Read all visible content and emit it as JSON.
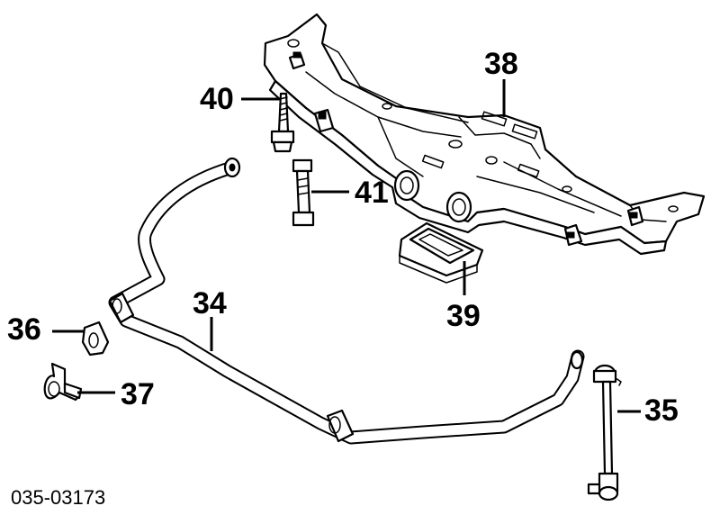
{
  "diagram_code": "035-03173",
  "callouts": [
    {
      "id": "c34",
      "label": "34"
    },
    {
      "id": "c35",
      "label": "35"
    },
    {
      "id": "c36",
      "label": "36"
    },
    {
      "id": "c37",
      "label": "37"
    },
    {
      "id": "c38",
      "label": "38"
    },
    {
      "id": "c39",
      "label": "39"
    },
    {
      "id": "c40",
      "label": "40"
    },
    {
      "id": "c41",
      "label": "41"
    }
  ]
}
